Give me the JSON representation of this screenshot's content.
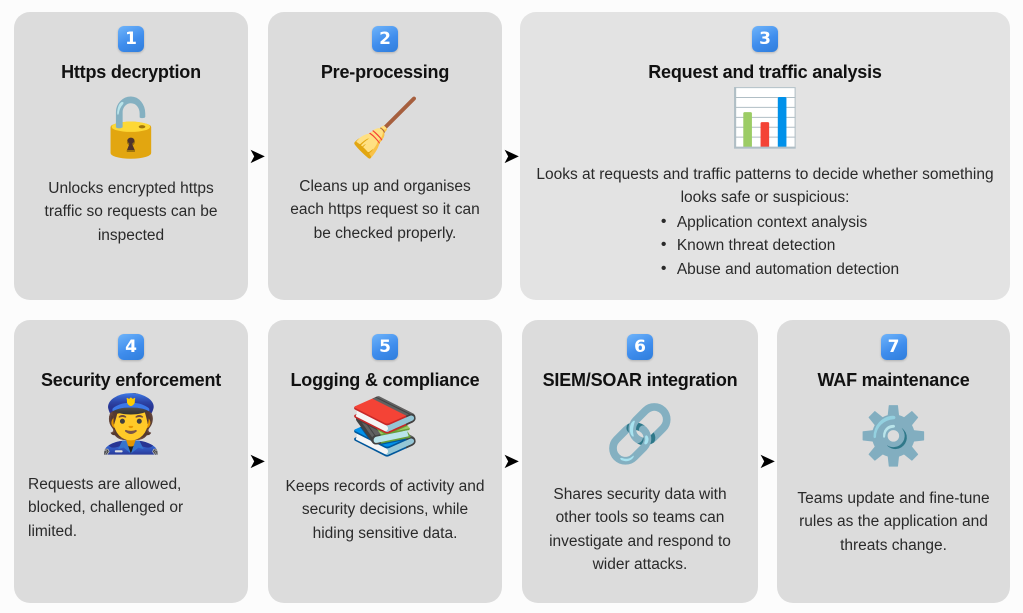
{
  "theme": {
    "page_background": "#fcfcfc",
    "card_background": "#dcdcdc",
    "card_background_wide": "#e3e3e3",
    "badge_color": "#3f8ded",
    "badge_text_color": "#ffffff",
    "title_color": "#111111",
    "body_color": "#2a2a2a",
    "arrow_color": "#000000"
  },
  "diagram": {
    "type": "process-flow",
    "step_count": 7,
    "rows": 2,
    "steps": [
      {
        "number": "1",
        "title": "Https decryption",
        "icon": "unlocked-padlock-icon",
        "icon_glyph": "🔓",
        "description": "Unlocks encrypted https traffic so requests can be inspected",
        "bullets": []
      },
      {
        "number": "2",
        "title": "Pre-processing",
        "icon": "broom-icon",
        "icon_glyph": "🧹",
        "description": "Cleans up and organises each https request so it can be checked properly.",
        "bullets": []
      },
      {
        "number": "3",
        "title": "Request and traffic analysis",
        "icon": "bar-chart-icon",
        "icon_glyph": "📊",
        "description": "Looks at requests and traffic patterns to decide whether something looks safe or suspicious:",
        "bullets": [
          "Application context analysis",
          "Known threat detection",
          "Abuse and automation detection"
        ]
      },
      {
        "number": "4",
        "title": "Security enforcement",
        "icon": "police-officer-icon",
        "icon_glyph": "👮",
        "description": "Requests are allowed, blocked, challenged or limited.",
        "bullets": []
      },
      {
        "number": "5",
        "title": "Logging & compliance",
        "icon": "books-icon",
        "icon_glyph": "📚",
        "description": "Keeps records of activity and security decisions, while hiding sensitive data.",
        "bullets": []
      },
      {
        "number": "6",
        "title": "SIEM/SOAR integration",
        "icon": "chain-link-icon",
        "icon_glyph": "🔗",
        "description": "Shares security data with other tools so teams can investigate and respond to wider attacks.",
        "bullets": []
      },
      {
        "number": "7",
        "title": "WAF maintenance",
        "icon": "gear-icon",
        "icon_glyph": "⚙️",
        "description": "Teams update and fine-tune rules as the application and threats change.",
        "bullets": []
      }
    ],
    "connectors": [
      {
        "glyph": "➤",
        "from": "1",
        "to": "2"
      },
      {
        "glyph": "➤",
        "from": "2",
        "to": "3"
      },
      {
        "glyph": "➤",
        "from": "4",
        "to": "5"
      },
      {
        "glyph": "➤",
        "from": "5",
        "to": "6"
      },
      {
        "glyph": "➤",
        "from": "6",
        "to": "7"
      }
    ]
  }
}
